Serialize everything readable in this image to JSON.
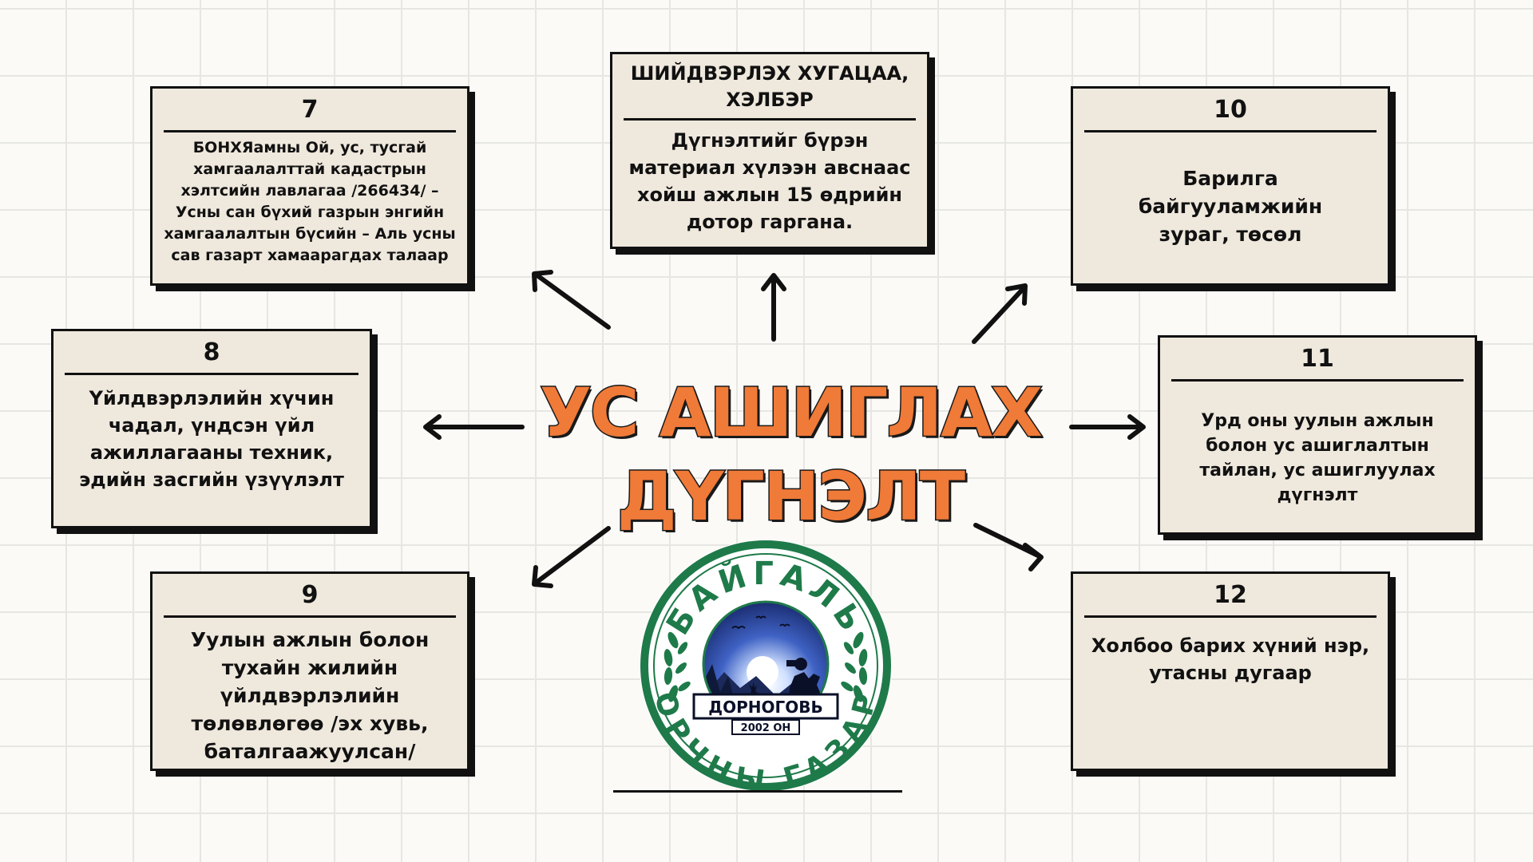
{
  "title": {
    "line1": "УС АШИГЛАХ",
    "line2": "ДҮГНЭЛТ"
  },
  "center_box": {
    "heading": "ШИЙДВЭРЛЭХ ХУГАЦАА, ХЭЛБЭР",
    "body": "Дүгнэлтийг бүрэн материал хүлээн авснаас хойш ажлын 15 өдрийн дотор гаргана."
  },
  "boxes": [
    {
      "number": "7",
      "text": "БОНХЯамны Ой, ус, тусгай хамгаалалттай кадастрын хэлтсийн лавлагаа /266434/ – Усны сан бүхий газрын энгийн хамгаалалтын бүсийн – Аль усны сав газарт хамаарагдах талаар"
    },
    {
      "number": "8",
      "text": "Үйлдвэрлэлийн хүчин чадал, үндсэн үйл ажиллагааны техник, эдийн засгийн үзүүлэлт"
    },
    {
      "number": "9",
      "text": "Уулын ажлын болон тухайн жилийн үйлдвэрлэлийн төлөвлөгөө /эх хувь, баталгаажуулсан/"
    },
    {
      "number": "10",
      "text": "Барилга байгууламжийн зураг, төсөл"
    },
    {
      "number": "11",
      "text": "Урд оны уулын ажлын болон ус ашиглалтын тайлан, ус ашиглуулах дүгнэлт"
    },
    {
      "number": "12",
      "text": "Холбоо барих хүний нэр, утасны дугаар"
    }
  ],
  "logo": {
    "arc_top": "БАЙГАЛЬ",
    "arc_bottom": "ОРЧНЫ ГАЗАР",
    "banner": "ДОРНОГОВЬ",
    "year": "2002 ОН"
  },
  "colors": {
    "title_orange": "#f07a38",
    "box_fill": "#efe8dd",
    "logo_green": "#1f7a4a",
    "logo_sky": "#2f4aa0"
  }
}
